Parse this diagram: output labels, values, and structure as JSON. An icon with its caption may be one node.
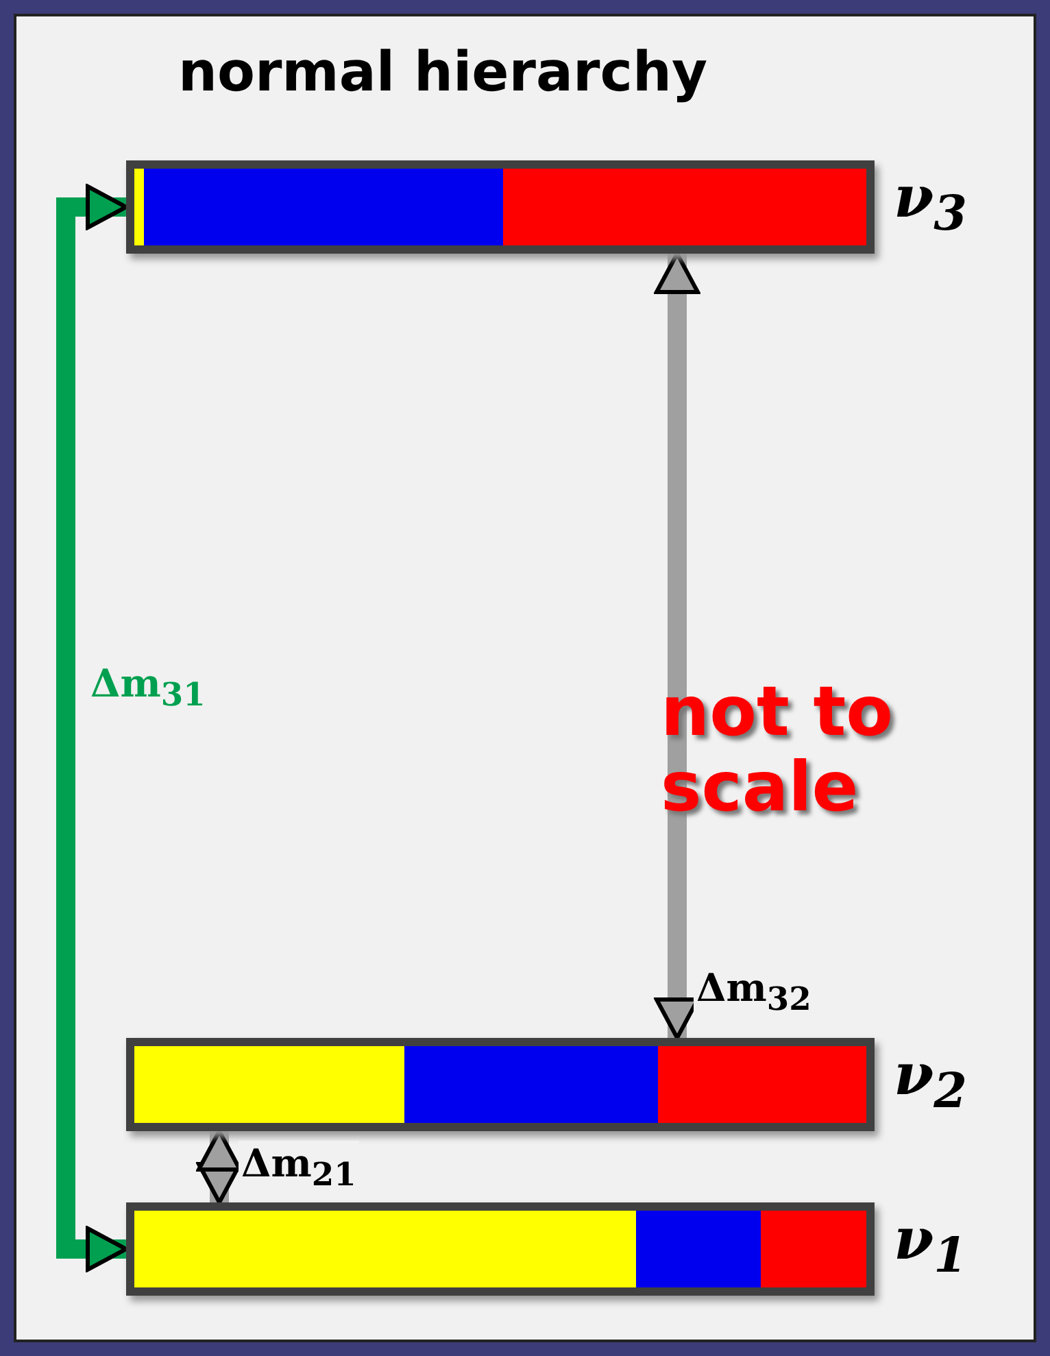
{
  "diagram": {
    "title": "normal hierarchy",
    "nodes": [
      {
        "text": [],
        "shape": "bar",
        "beside": [
          "ν$_{3}$"
        ]
      },
      {
        "text": [],
        "shape": "bar",
        "beside": [
          "ν$_{2}$"
        ]
      },
      {
        "text": [],
        "shape": "bar",
        "beside": [
          "ν$_{1}$"
        ]
      }
    ],
    "edges": [
      {
        "from": 2,
        "to": 0,
        "arrow": "both",
        "label": "Δm$_{31}$",
        "color": "#00a050"
      },
      {
        "from": 1,
        "to": 0,
        "arrow": "both",
        "label": "Δm$_{32}$"
      },
      {
        "from": 2,
        "to": 1,
        "arrow": "both",
        "label": "Δm$_{21}$"
      }
    ],
    "labels": [
      "not to scale"
    ]
  }
}
